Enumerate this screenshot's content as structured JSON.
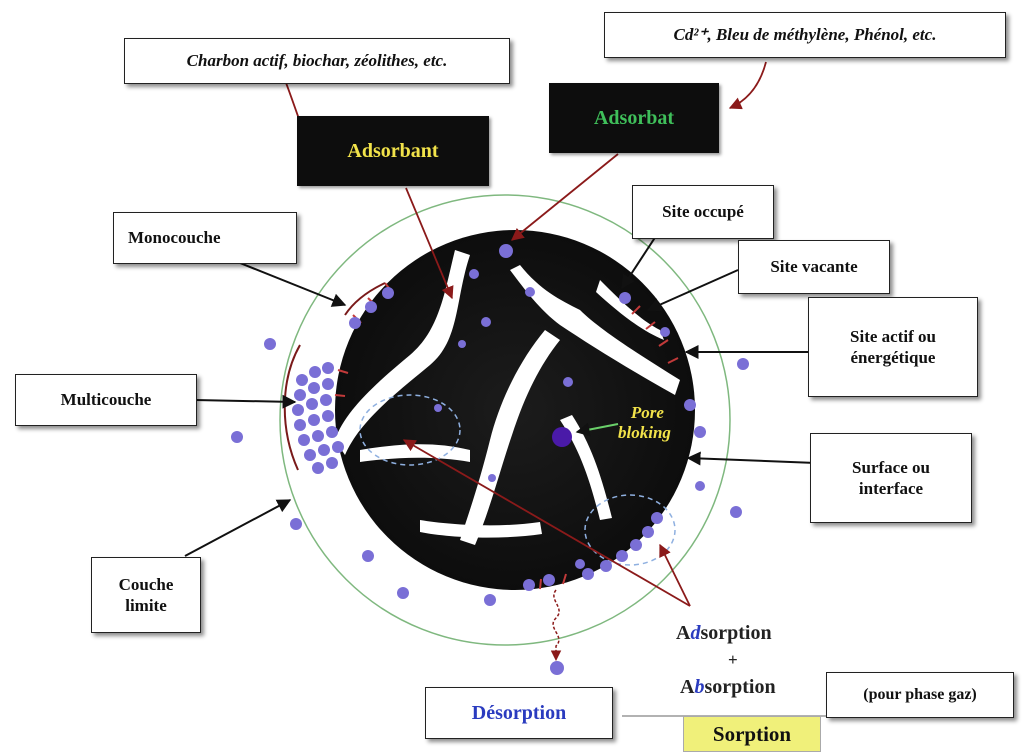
{
  "top_notes": {
    "adsorbent_examples": "Charbon actif, biochar, zéolithes, etc.",
    "adsorbate_examples": "Cd²⁺, Bleu de méthylène, Phénol, etc."
  },
  "dark_labels": {
    "adsorbant": "Adsorbant",
    "adsorbat": "Adsorbat"
  },
  "left_labels": {
    "monocouche": "Monocouche",
    "multicouche": "Multicouche",
    "couche_limite_1": "Couche",
    "couche_limite_2": "limite"
  },
  "right_labels": {
    "site_occupe": "Site occupé",
    "site_vacante": "Site vacante",
    "site_actif_1": "Site actif ou",
    "site_actif_2": "énergétique",
    "surface_1": "Surface ou",
    "surface_2": "interface"
  },
  "pore": {
    "line1": "Pore",
    "line2": "bloking"
  },
  "processes": {
    "adsorption_prefix": "A",
    "adsorption_letter": "d",
    "adsorption_suffix": "sorption",
    "plus": "+",
    "absorption_prefix": "A",
    "absorption_letter": "b",
    "absorption_suffix": "sorption",
    "gas_phase_note": "(pour phase gaz)",
    "desorption": "Désorption",
    "sorption": "Sorption"
  },
  "colors": {
    "particle": "#7a6fd6",
    "yellow_text": "#f2e34a",
    "green_text": "#3fbf5a",
    "arrow_dark_red": "#8b1a1a",
    "sorption_bg": "#f0f07a",
    "blue_text": "#2a3bbf"
  }
}
